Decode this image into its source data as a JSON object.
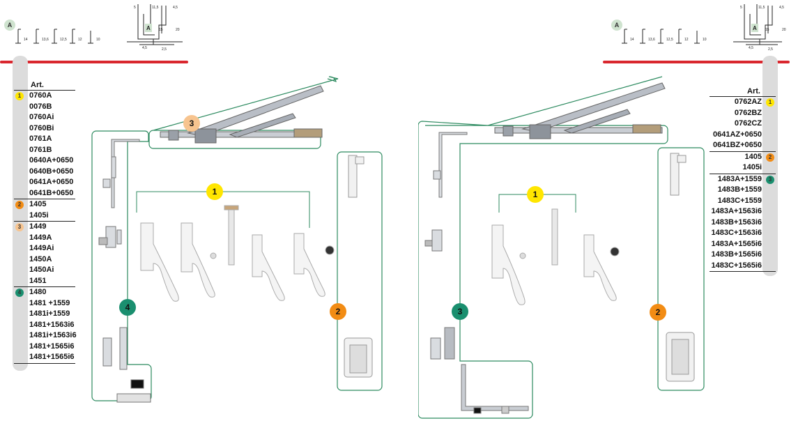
{
  "colors": {
    "yellow": "#ffe600",
    "orange": "#f28c14",
    "peach": "#f7c48f",
    "teal": "#1a8f6f",
    "green_outline": "#2c8a5f",
    "red_rule": "#d9272e"
  },
  "profile": {
    "circle_label": "A",
    "dims": [
      "14",
      "13,6",
      "12,5",
      "12",
      "10"
    ],
    "section_dims": [
      "5",
      "11,5",
      "4,5",
      "15",
      "20",
      "4,5",
      "2,5"
    ],
    "section_label": "A"
  },
  "left": {
    "header": "Art.",
    "groups": [
      {
        "num": "1",
        "color": "#ffe600",
        "items": [
          "0760A",
          "0076B",
          "0760Ai",
          "0760Bi",
          "0761A",
          "0761B",
          "0640A+0650",
          "0640B+0650",
          "0641A+0650",
          "0641B+0650"
        ]
      },
      {
        "num": "2",
        "color": "#f28c14",
        "items": [
          "1405",
          "1405i"
        ]
      },
      {
        "num": "3",
        "color": "#f7c48f",
        "items": [
          "1449",
          "1449A",
          "1449Ai",
          "1450A",
          "1450Ai",
          "1451"
        ]
      },
      {
        "num": "4",
        "color": "#1a8f6f",
        "items": [
          "1480",
          "1481 +1559",
          "1481i+1559",
          "1481+1563i6",
          "1481i+1563i6",
          "1481+1565i6",
          "1481+1565i6"
        ]
      }
    ],
    "callouts": [
      "3",
      "1",
      "4",
      "2"
    ]
  },
  "right": {
    "header": "Art.",
    "groups": [
      {
        "num": "1",
        "color": "#ffe600",
        "items": [
          "0762AZ",
          "0762BZ",
          "0762CZ",
          "0641AZ+0650",
          "0641BZ+0650"
        ]
      },
      {
        "num": "2",
        "color": "#f28c14",
        "items": [
          "1405",
          "1405i"
        ]
      },
      {
        "num": "3",
        "color": "#1a8f6f",
        "items": [
          "1483A+1559",
          "1483B+1559",
          "1483C+1559",
          "1483A+1563i6",
          "1483B+1563i6",
          "1483C+1563i6",
          "1483A+1565i6",
          "1483B+1565i6",
          "1483C+1565i6"
        ]
      }
    ],
    "callouts": [
      "1",
      "3",
      "2"
    ]
  }
}
